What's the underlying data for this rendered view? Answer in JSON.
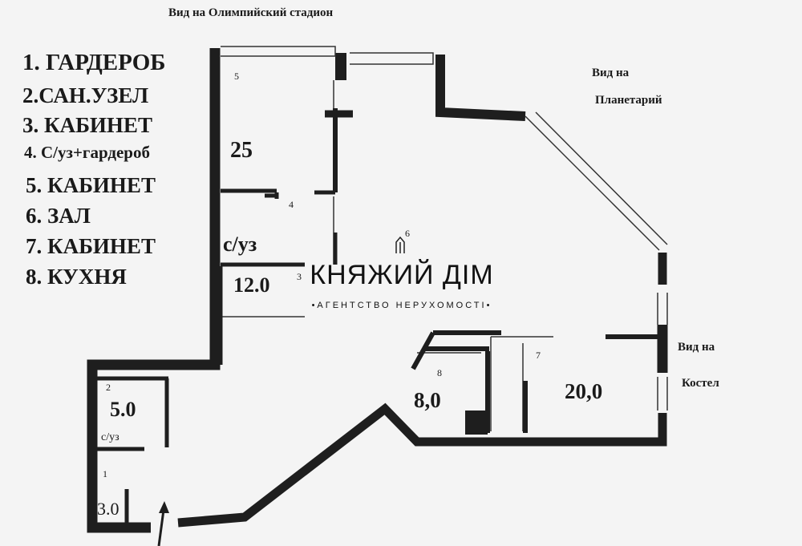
{
  "views": {
    "stadium": "Вид на Олимпийский стадион",
    "planetarium_line1": "Вид на",
    "planetarium_line2": "Планетарий",
    "church_line1": "Вид на",
    "church_line2": "Костел"
  },
  "legend": [
    "1. ГАРДЕРОБ",
    "2.САН.УЗЕЛ",
    "3. КАБИНЕТ",
    "4. С/уз+гардероб",
    "5. КАБИНЕТ",
    "6. ЗАЛ",
    "7. КАБИНЕТ",
    "8. КУХНЯ"
  ],
  "rooms": {
    "r1": {
      "number": "1",
      "area": "3.0"
    },
    "r2": {
      "number": "2",
      "area": "5.0",
      "label": "с/уз"
    },
    "r3": {
      "number": "3",
      "area": "12.0"
    },
    "r4": {
      "number": "4",
      "label": "с/уз"
    },
    "r5": {
      "number": "5",
      "area": "25"
    },
    "r6": {
      "number": "6"
    },
    "r7": {
      "number": "7",
      "area": "20,0"
    },
    "r8": {
      "number": "8",
      "area": "8,0"
    }
  },
  "watermark": {
    "title": "КНЯЖИЙ ДІМ",
    "subtitle": "•АГЕНТСТВО НЕРУХОМОСТІ•"
  }
}
